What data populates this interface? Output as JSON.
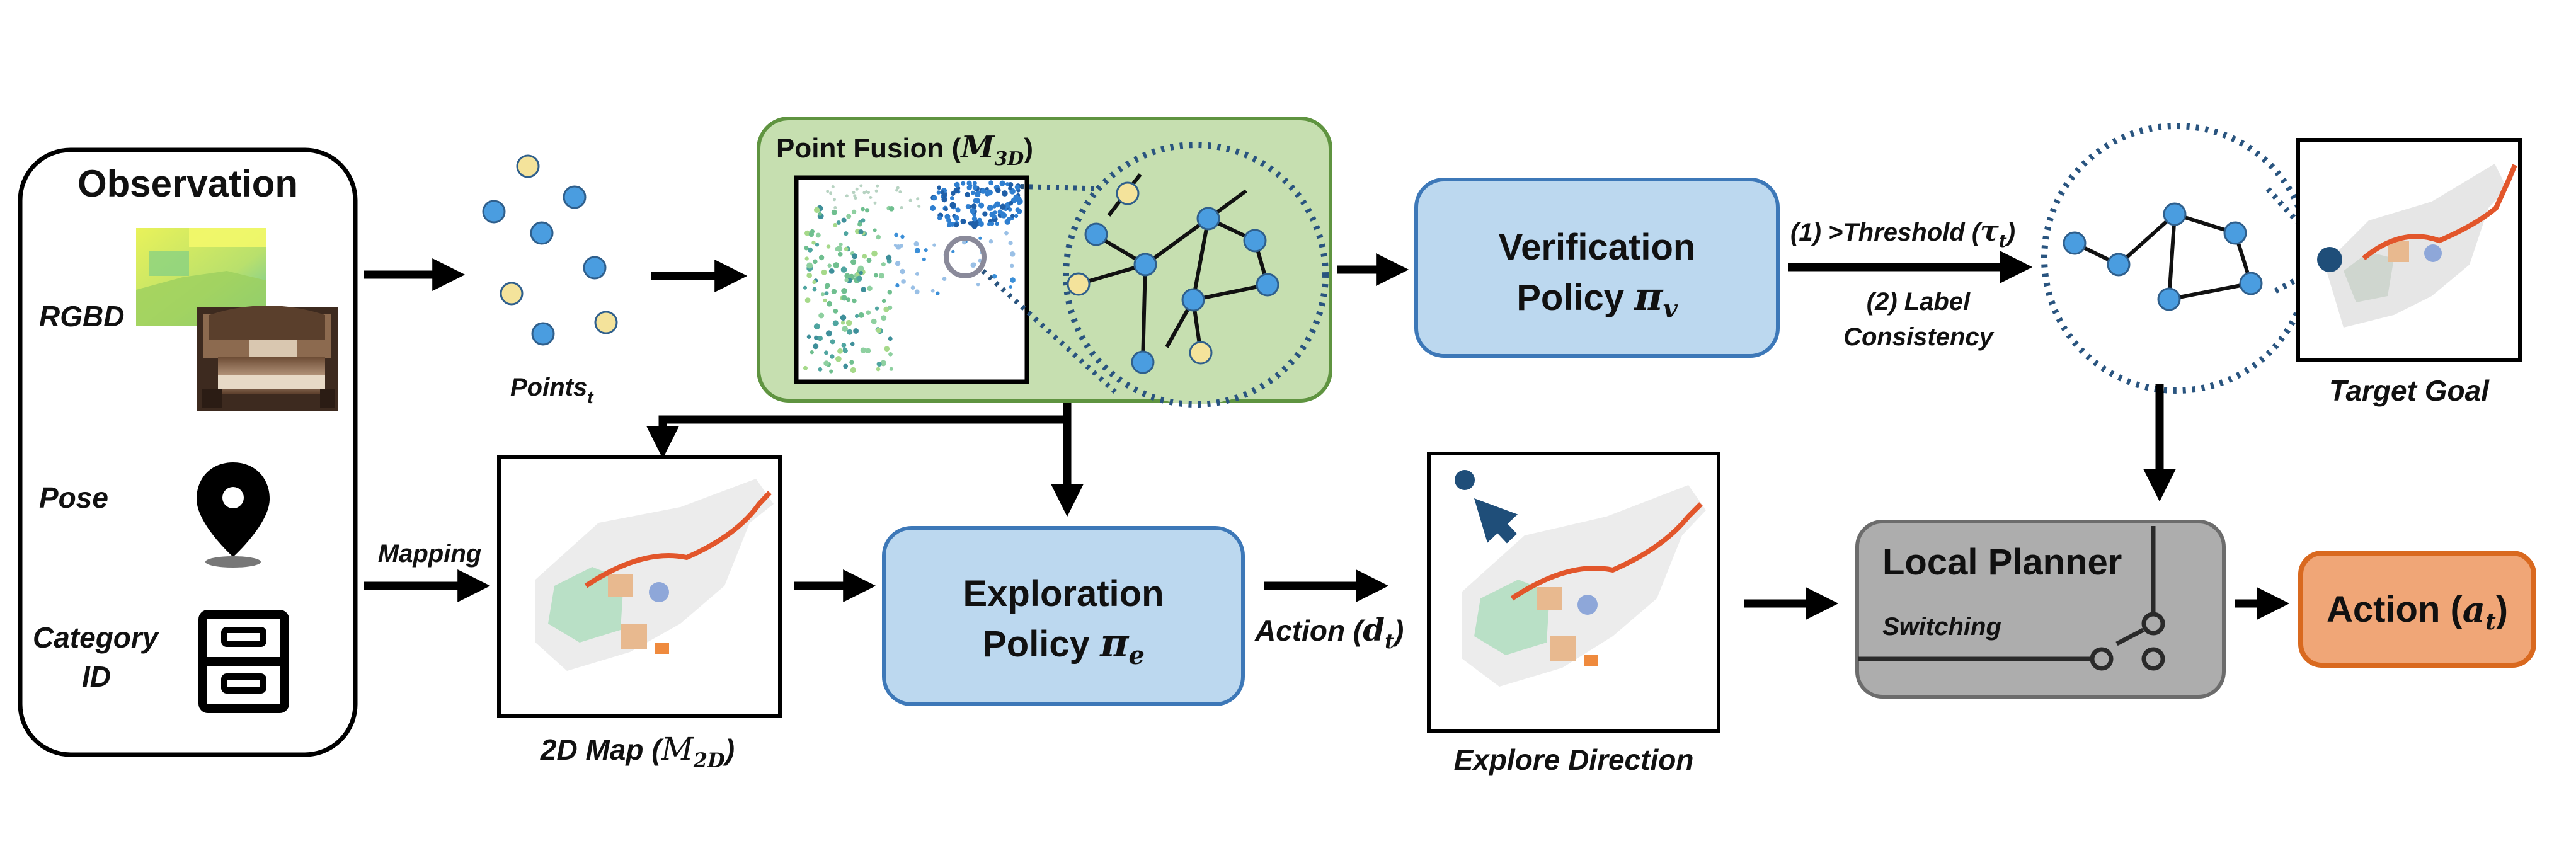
{
  "observation": {
    "title": "Observation",
    "rgbd": "RGBD",
    "pose": "Pose",
    "category_line1": "Category",
    "category_line2": "ID"
  },
  "points": {
    "base": "Points",
    "sub": "t"
  },
  "point_fusion": {
    "label": "Point Fusion (",
    "cal": "M",
    "sub": "3D",
    "close": ")"
  },
  "verification": {
    "line1": "Verification",
    "line2": "Policy ",
    "pi": "π",
    "sub": "v"
  },
  "threshold": {
    "line1_pre": "(1) >Threshold (",
    "tau": "τ",
    "tau_sub": "t",
    "line1_close": ")",
    "line2": "(2) Label",
    "line3": "Consistency"
  },
  "target_goal": "Target Goal",
  "mapping": "Mapping",
  "map2d": {
    "label": "2D Map (",
    "cal": "M",
    "sub": "2D",
    "close": ")"
  },
  "exploration": {
    "line1": "Exploration",
    "line2": "Policy ",
    "pi": "π",
    "sub": "e"
  },
  "action_dt": {
    "label": "Action (",
    "var": "d",
    "sub": "t",
    "close": ")"
  },
  "explore_direction": "Explore Direction",
  "local_planner": {
    "title": "Local Planner",
    "switching": "Switching"
  },
  "action_final": {
    "label": "Action (",
    "var": "a",
    "sub": "t",
    "close": ")"
  },
  "colors": {
    "fusion_fill": "#c6dfb0",
    "fusion_stroke": "#5f9440",
    "policy_fill": "#bcd8ef",
    "policy_stroke": "#3d78b8",
    "planner_fill": "#adadad",
    "planner_stroke": "#6c6c6c",
    "action_fill": "#f0a677",
    "action_stroke": "#d9691f",
    "node_blue": "#4a9de0",
    "node_yellow": "#f4e39b",
    "dotted": "#29547f"
  }
}
